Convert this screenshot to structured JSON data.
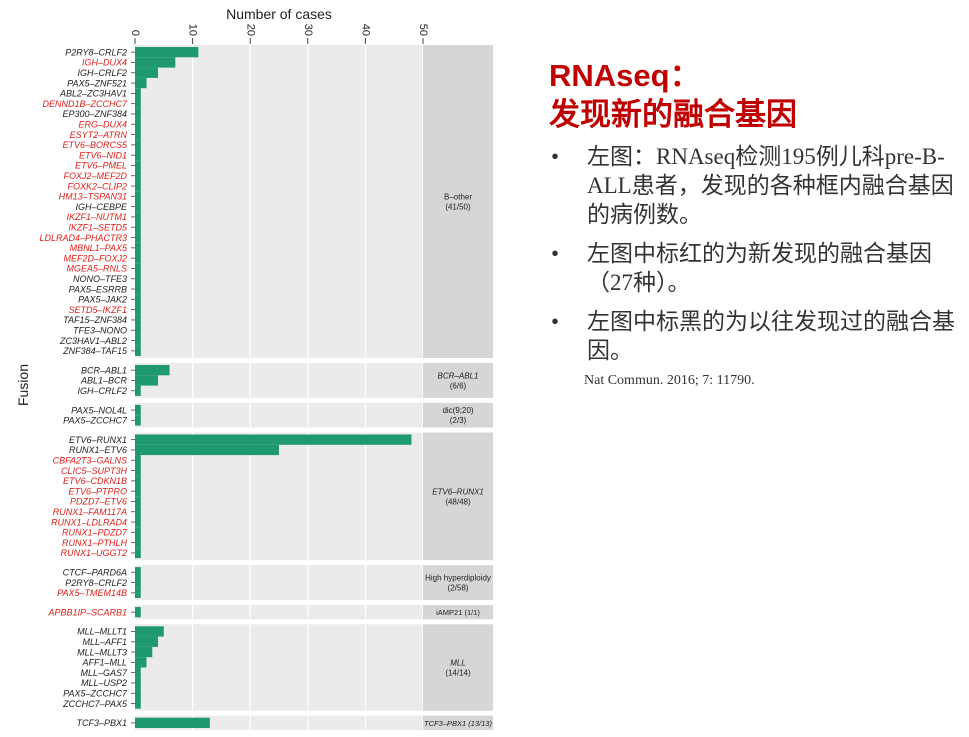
{
  "slide": {
    "title_line1": "RNAseq：",
    "title_line2": "发现新的融合基因",
    "bullets": [
      "左图：RNAseq检测195例儿科pre-B-ALL患者，发现的各种框内融合基因的病例数。",
      "左图中标红的为新发现的融合基因（27种）。",
      "左图中标黑的为以往发现过的融合基因。"
    ],
    "bullet_marker": "•",
    "reference": "Nat Commun. 2016; 7: 11790."
  },
  "colors": {
    "bar": "#1f9a6f",
    "red_label": "#e0201b",
    "black_label": "#222222",
    "panel_bg": "#ebebeb",
    "strip_bg": "#d6d6d6",
    "title": "#c00000"
  },
  "chart_data": {
    "type": "bar",
    "orientation": "horizontal",
    "xlabel": "Number of cases",
    "ylabel": "Fusion",
    "xlim": [
      0,
      50
    ],
    "xticks": [
      "0",
      "10",
      "20",
      "30",
      "40",
      "50"
    ],
    "grid": true,
    "groups": [
      {
        "strip": "B–other",
        "strip_sub": "(41/50)",
        "strip_italic": false,
        "items": [
          {
            "label": "P2RY8–CRLF2",
            "value": 11,
            "novel": false
          },
          {
            "label": "IGH–DUX4",
            "value": 7,
            "novel": true
          },
          {
            "label": "IGH–CRLF2",
            "value": 4,
            "novel": false
          },
          {
            "label": "PAX5–ZNF521",
            "value": 2,
            "novel": false
          },
          {
            "label": "ABL2–ZC3HAV1",
            "value": 1,
            "novel": false
          },
          {
            "label": "DENND1B–ZCCHC7",
            "value": 1,
            "novel": true
          },
          {
            "label": "EP300–ZNF384",
            "value": 1,
            "novel": false
          },
          {
            "label": "ERG–DUX4",
            "value": 1,
            "novel": true
          },
          {
            "label": "ESYT2–ATRN",
            "value": 1,
            "novel": true
          },
          {
            "label": "ETV6–BORCS5",
            "value": 1,
            "novel": true
          },
          {
            "label": "ETV6–NID1",
            "value": 1,
            "novel": true
          },
          {
            "label": "ETV6–PMEL",
            "value": 1,
            "novel": true
          },
          {
            "label": "FOXJ2–MEF2D",
            "value": 1,
            "novel": true
          },
          {
            "label": "FOXK2–CLIP2",
            "value": 1,
            "novel": true
          },
          {
            "label": "HM13–TSPAN31",
            "value": 1,
            "novel": true
          },
          {
            "label": "IGH–CEBPE",
            "value": 1,
            "novel": false
          },
          {
            "label": "IKZF1–NUTM1",
            "value": 1,
            "novel": true
          },
          {
            "label": "IKZF1–SETD5",
            "value": 1,
            "novel": true
          },
          {
            "label": "LDLRAD4–PHACTR3",
            "value": 1,
            "novel": true
          },
          {
            "label": "MBNL1–PAX5",
            "value": 1,
            "novel": true
          },
          {
            "label": "MEF2D–FOXJ2",
            "value": 1,
            "novel": true
          },
          {
            "label": "MGEA5–RNLS",
            "value": 1,
            "novel": true
          },
          {
            "label": "NONO–TFE3",
            "value": 1,
            "novel": false
          },
          {
            "label": "PAX5–ESRRB",
            "value": 1,
            "novel": false
          },
          {
            "label": "PAX5–JAK2",
            "value": 1,
            "novel": false
          },
          {
            "label": "SETD5–IKZF1",
            "value": 1,
            "novel": true
          },
          {
            "label": "TAF15–ZNF384",
            "value": 1,
            "novel": false
          },
          {
            "label": "TFE3–NONO",
            "value": 1,
            "novel": false
          },
          {
            "label": "ZC3HAV1–ABL2",
            "value": 1,
            "novel": false
          },
          {
            "label": "ZNF384–TAF15",
            "value": 1,
            "novel": false
          }
        ]
      },
      {
        "strip": "BCR–ABL1",
        "strip_sub": "(6/6)",
        "strip_italic": true,
        "items": [
          {
            "label": "BCR–ABL1",
            "value": 6,
            "novel": false
          },
          {
            "label": "ABL1–BCR",
            "value": 4,
            "novel": false
          },
          {
            "label": "IGH–CRLF2",
            "value": 1,
            "novel": false
          }
        ]
      },
      {
        "strip": "dic(9;20)",
        "strip_sub": "(2/3)",
        "strip_italic": false,
        "items": [
          {
            "label": "PAX5–NOL4L",
            "value": 1,
            "novel": false
          },
          {
            "label": "PAX5–ZCCHC7",
            "value": 1,
            "novel": false
          }
        ]
      },
      {
        "strip": "ETV6–RUNX1",
        "strip_sub": "(48/48)",
        "strip_italic": true,
        "items": [
          {
            "label": "ETV6–RUNX1",
            "value": 48,
            "novel": false
          },
          {
            "label": "RUNX1–ETV6",
            "value": 25,
            "novel": false
          },
          {
            "label": "CBFA2T3–GALNS",
            "value": 1,
            "novel": true
          },
          {
            "label": "CLIC5–SUPT3H",
            "value": 1,
            "novel": true
          },
          {
            "label": "ETV6–CDKN1B",
            "value": 1,
            "novel": true
          },
          {
            "label": "ETV6–PTPRO",
            "value": 1,
            "novel": true
          },
          {
            "label": "PDZD7–ETV6",
            "value": 1,
            "novel": true
          },
          {
            "label": "RUNX1–FAM117A",
            "value": 1,
            "novel": true
          },
          {
            "label": "RUNX1–LDLRAD4",
            "value": 1,
            "novel": true
          },
          {
            "label": "RUNX1–PDZD7",
            "value": 1,
            "novel": true
          },
          {
            "label": "RUNX1–PTHLH",
            "value": 1,
            "novel": true
          },
          {
            "label": "RUNX1–UGGT2",
            "value": 1,
            "novel": true
          }
        ]
      },
      {
        "strip": "High hyperdiploidy",
        "strip_sub": "(2/58)",
        "strip_italic": false,
        "items": [
          {
            "label": "CTCF–PARD6A",
            "value": 1,
            "novel": false
          },
          {
            "label": "P2RY8–CRLF2",
            "value": 1,
            "novel": false
          },
          {
            "label": "PAX5–TMEM14B",
            "value": 1,
            "novel": true
          }
        ]
      },
      {
        "strip": "iAMP21 (1/1)",
        "strip_sub": "",
        "strip_italic": false,
        "items": [
          {
            "label": "APBB1IP–SCARB1",
            "value": 1,
            "novel": true
          }
        ]
      },
      {
        "strip": "MLL",
        "strip_sub": "(14/14)",
        "strip_italic": true,
        "items": [
          {
            "label": "MLL–MLLT1",
            "value": 5,
            "novel": false
          },
          {
            "label": "MLL–AFF1",
            "value": 4,
            "novel": false
          },
          {
            "label": "MLL–MLLT3",
            "value": 3,
            "novel": false
          },
          {
            "label": "AFF1–MLL",
            "value": 2,
            "novel": false
          },
          {
            "label": "MLL–GAS7",
            "value": 1,
            "novel": false
          },
          {
            "label": "MLL–USP2",
            "value": 1,
            "novel": false
          },
          {
            "label": "PAX5–ZCCHC7",
            "value": 1,
            "novel": false
          },
          {
            "label": "ZCCHC7–PAX5",
            "value": 1,
            "novel": false
          }
        ]
      },
      {
        "strip": "TCF3–PBX1 (13/13)",
        "strip_sub": "",
        "strip_italic": true,
        "items": [
          {
            "label": "TCF3–PBX1",
            "value": 13,
            "novel": false
          }
        ]
      }
    ]
  }
}
